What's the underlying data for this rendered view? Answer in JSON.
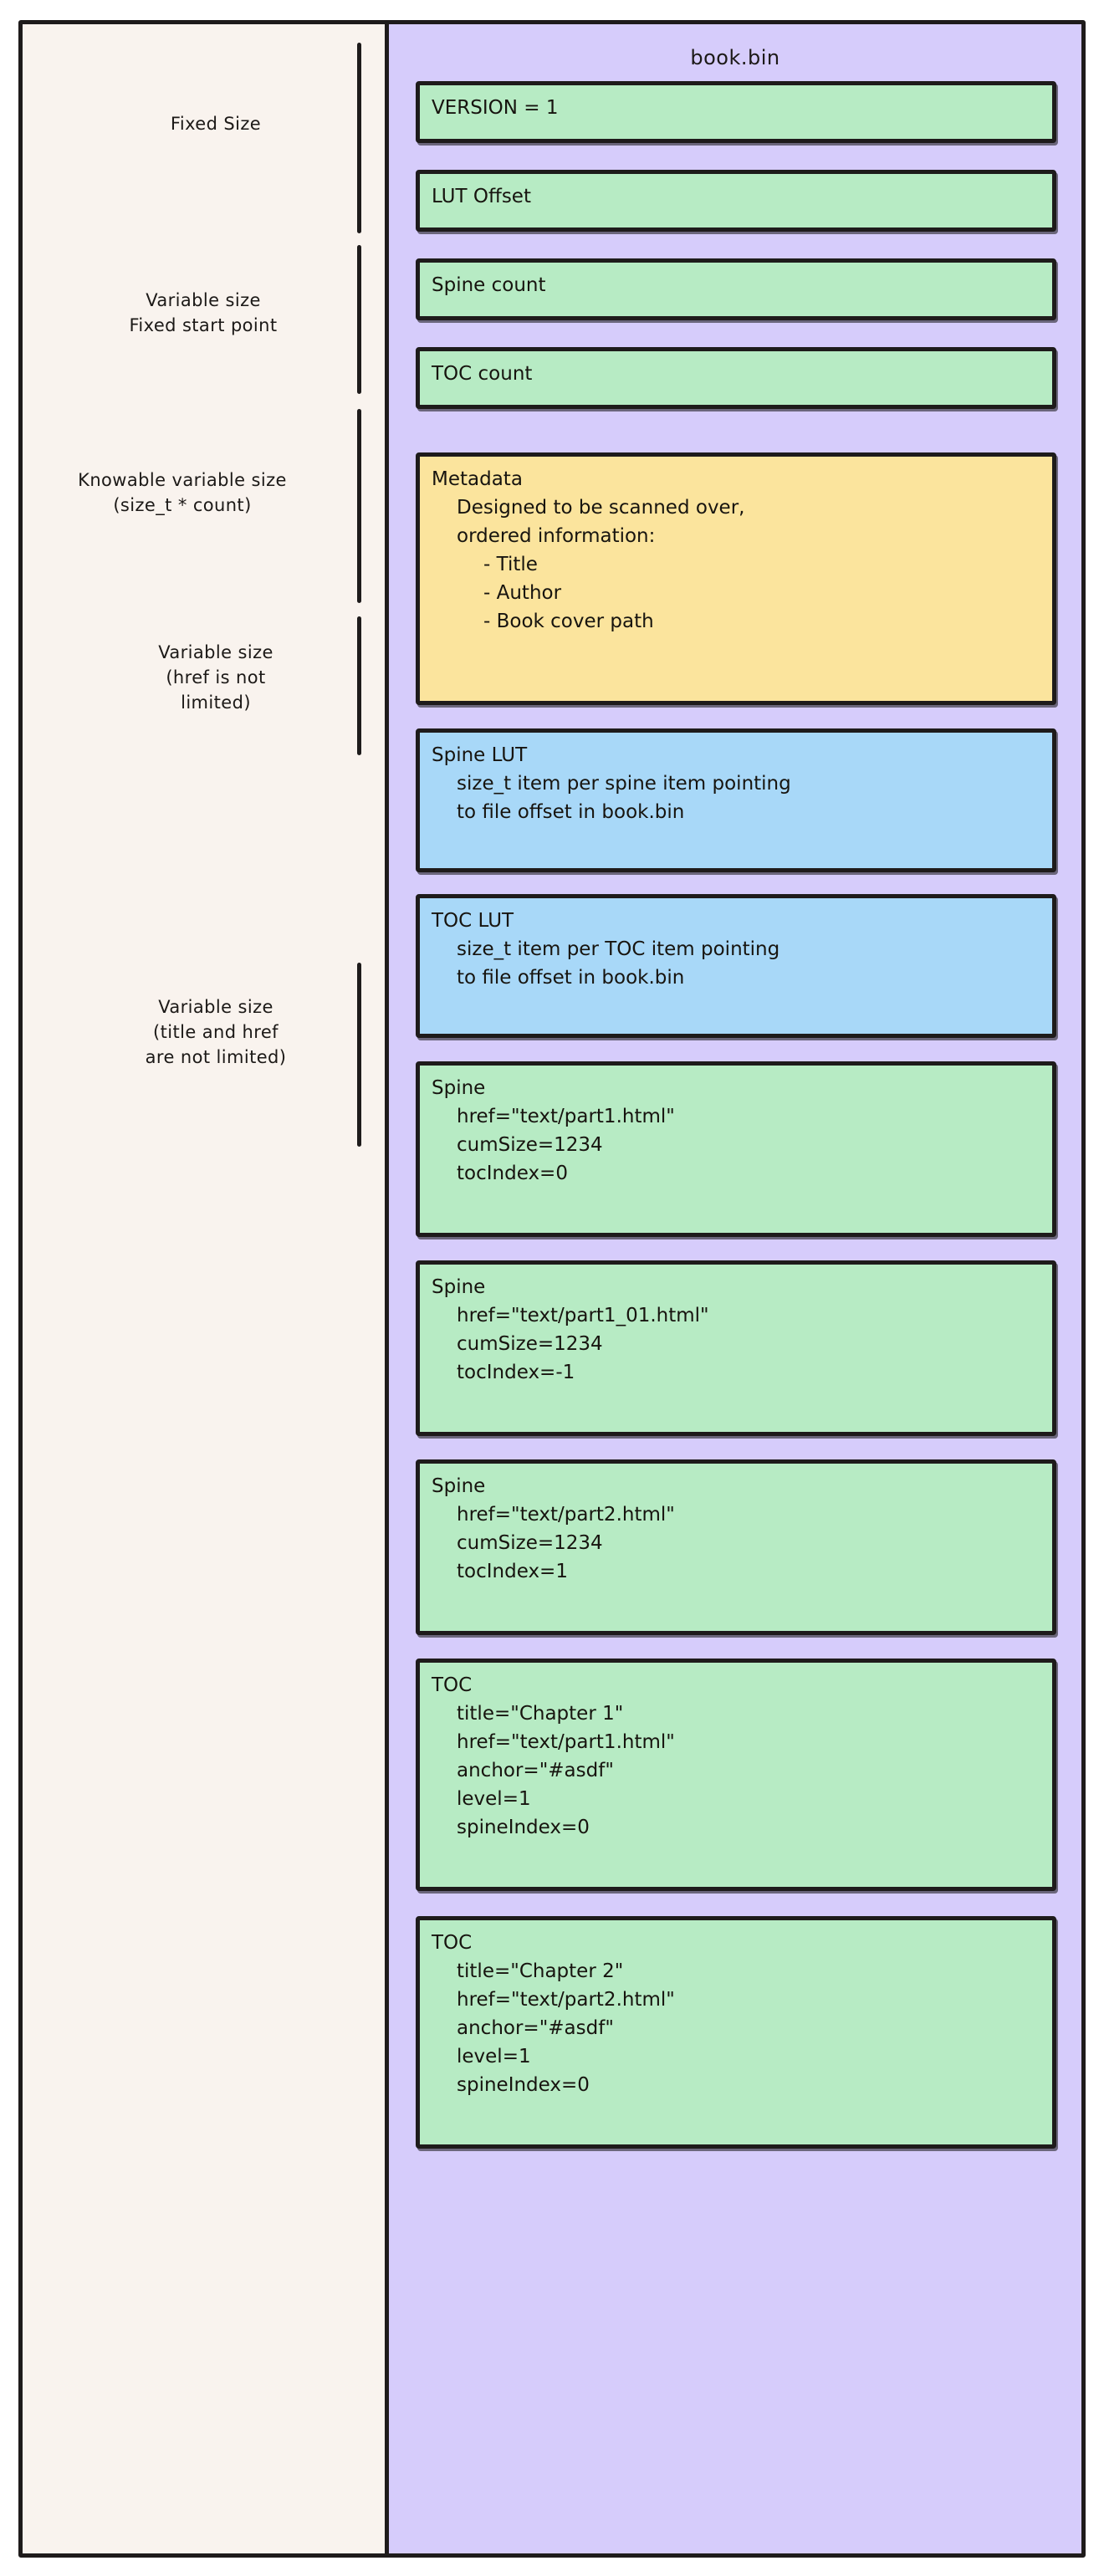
{
  "panel": {
    "title": "book.bin"
  },
  "colors": {
    "background": "#f9f3ee",
    "panel": "#d6ccfb",
    "green": "#b7ebc4",
    "yellow": "#fbe49d",
    "blue": "#a8d8f8",
    "stroke": "#1e1b1b"
  },
  "left_labels": [
    {
      "id": "fixed-size",
      "text": "Fixed Size"
    },
    {
      "id": "variable-size-fixed-start",
      "text": "Variable size\nFixed start point"
    },
    {
      "id": "knowable-variable-size",
      "text": "Knowable variable size\n(size_t * count)"
    },
    {
      "id": "variable-size-href",
      "text": "Variable size\n(href is not\nlimited)"
    },
    {
      "id": "variable-size-title-href",
      "text": "Variable size\n(title and href\nare not limited)"
    }
  ],
  "boxes": [
    {
      "id": "version",
      "color": "green",
      "title": "VERSION = 1",
      "lines": []
    },
    {
      "id": "lut-offset",
      "color": "green",
      "title": "LUT Offset",
      "lines": []
    },
    {
      "id": "spine-count",
      "color": "green",
      "title": "Spine count",
      "lines": []
    },
    {
      "id": "toc-count",
      "color": "green",
      "title": "TOC count",
      "lines": []
    },
    {
      "id": "metadata",
      "color": "yellow",
      "title": "Metadata",
      "lines": [
        "Designed to be scanned over,",
        "ordered information:"
      ],
      "bullets": [
        "- Title",
        "- Author",
        "- Book cover path"
      ]
    },
    {
      "id": "spine-lut",
      "color": "blue",
      "title": "Spine LUT",
      "lines": [
        "size_t item per spine item pointing",
        "to file offset in book.bin"
      ]
    },
    {
      "id": "toc-lut",
      "color": "blue",
      "title": "TOC LUT",
      "lines": [
        "size_t item per TOC item pointing",
        "to file offset in book.bin"
      ]
    },
    {
      "id": "spine-1",
      "color": "green",
      "title": "Spine",
      "lines": [
        "href=\"text/part1.html\"",
        "cumSize=1234",
        "tocIndex=0"
      ]
    },
    {
      "id": "spine-2",
      "color": "green",
      "title": "Spine",
      "lines": [
        "href=\"text/part1_01.html\"",
        "cumSize=1234",
        "tocIndex=-1"
      ]
    },
    {
      "id": "spine-3",
      "color": "green",
      "title": "Spine",
      "lines": [
        "href=\"text/part2.html\"",
        "cumSize=1234",
        "tocIndex=1"
      ]
    },
    {
      "id": "toc-1",
      "color": "green",
      "title": "TOC",
      "lines": [
        "title=\"Chapter 1\"",
        "href=\"text/part1.html\"",
        "anchor=\"#asdf\"",
        "level=1",
        "spineIndex=0"
      ]
    },
    {
      "id": "toc-2",
      "color": "green",
      "title": "TOC",
      "lines": [
        "title=\"Chapter 2\"",
        "href=\"text/part2.html\"",
        "anchor=\"#asdf\"",
        "level=1",
        "spineIndex=0"
      ]
    }
  ]
}
